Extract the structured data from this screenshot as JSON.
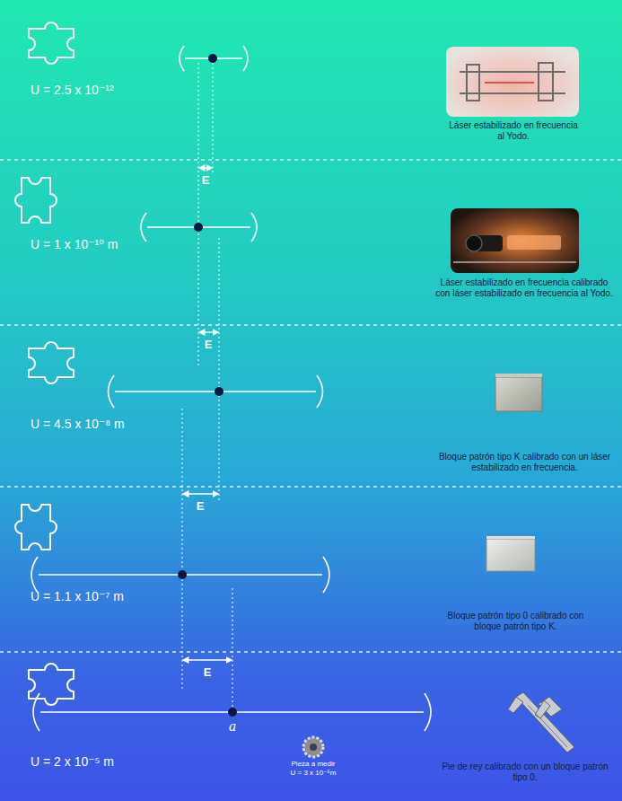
{
  "diagram": {
    "nodes": [
      {
        "text": [
          "U = 2.5 x 10⁻¹²",
          "Láser estabilizado en frecuencia al Yodo."
        ]
      },
      {
        "text": [
          "U = 1 x 10⁻¹⁰ m",
          "Láser estabilizado en frecuencia calibrado con láser estabilizado en frecuencia al Yodo."
        ]
      },
      {
        "text": [
          "U = 4.5 x 10⁻⁸ m",
          "Bloque patrón tipo K calibrado con un láser estabilizado en frecuencia."
        ]
      },
      {
        "text": [
          "U = 1.1 x 10⁻⁷ m",
          "Bloque patrón tipo 0 calibrado con bloque patrón tipo K."
        ]
      },
      {
        "text": [
          "U = 2 x 10⁻⁵ m",
          "Pie de rey calibrado con un bloque patrón tipo 0."
        ]
      }
    ],
    "labels": [
      "E",
      "E",
      "E",
      "E",
      "a",
      "Pieza a medir",
      "U = 3 x 10⁻⁵m"
    ]
  }
}
